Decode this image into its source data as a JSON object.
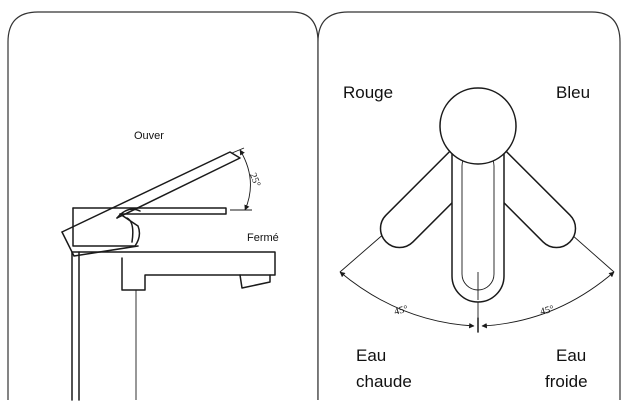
{
  "left_panel": {
    "open_label": "Ouver",
    "closed_label": "Fermé",
    "tilt_angle": "25°"
  },
  "right_panel": {
    "left_top_label": "Rouge",
    "right_top_label": "Bleu",
    "left_angle": "45°",
    "right_angle": "45°",
    "hot_line1": "Eau",
    "hot_line2": "chaude",
    "cold_line1": "Eau",
    "cold_line2": "froide"
  }
}
